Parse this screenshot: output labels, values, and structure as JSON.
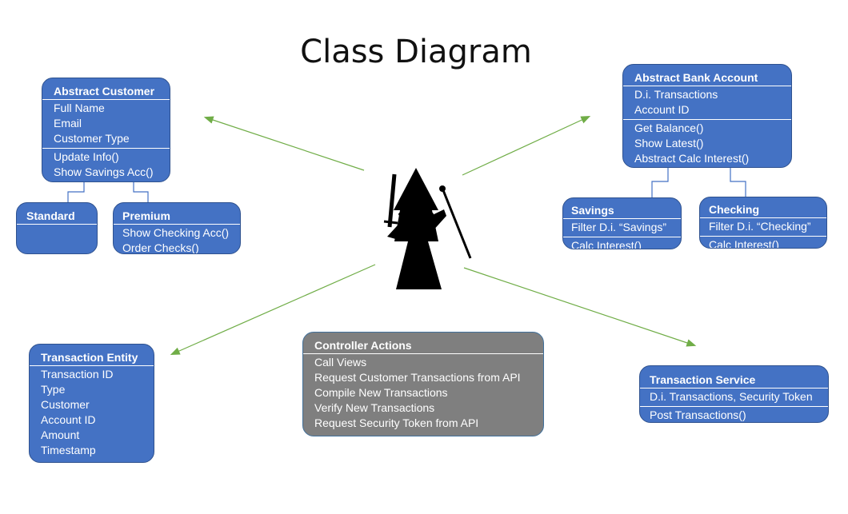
{
  "title": "Class Diagram",
  "colors": {
    "class_fill": "#4472c4",
    "class_border": "#2f528f",
    "controller_fill": "#7f7f7f",
    "arrow": "#70ad47"
  },
  "icons": {
    "center": "wizard-icon"
  },
  "classes": {
    "abstract_customer": {
      "name": "Abstract Customer",
      "attributes": [
        "Full Name",
        "Email",
        "Customer Type"
      ],
      "methods": [
        "Update Info()",
        "Show Savings Acc()"
      ]
    },
    "standard": {
      "name": "Standard"
    },
    "premium": {
      "name": "Premium",
      "methods": [
        "Show Checking Acc()",
        "Order Checks()"
      ]
    },
    "abstract_bank_account": {
      "name": "Abstract Bank Account",
      "attributes": [
        "D.i. Transactions",
        "Account ID"
      ],
      "methods": [
        "Get Balance()",
        "Show Latest()",
        "Abstract Calc Interest()"
      ]
    },
    "savings": {
      "name": "Savings",
      "attributes": [
        "Filter D.i. “Savings”"
      ],
      "methods": [
        "Calc Interest()"
      ]
    },
    "checking": {
      "name": "Checking",
      "attributes": [
        "Filter D.i. “Checking”"
      ],
      "methods": [
        "Calc Interest()"
      ]
    },
    "transaction_entity": {
      "name": "Transaction Entity",
      "attributes": [
        "Transaction ID",
        "Type",
        "Customer",
        "Account ID",
        "Amount",
        "Timestamp"
      ]
    },
    "controller_actions": {
      "name": "Controller Actions",
      "items": [
        "Call Views",
        "Request Customer Transactions from API",
        "Compile New Transactions",
        "Verify New Transactions",
        "Request Security Token from API"
      ]
    },
    "transaction_service": {
      "name": "Transaction Service",
      "attributes": [
        "D.i. Transactions, Security Token"
      ],
      "methods": [
        "Post Transactions()"
      ]
    }
  }
}
